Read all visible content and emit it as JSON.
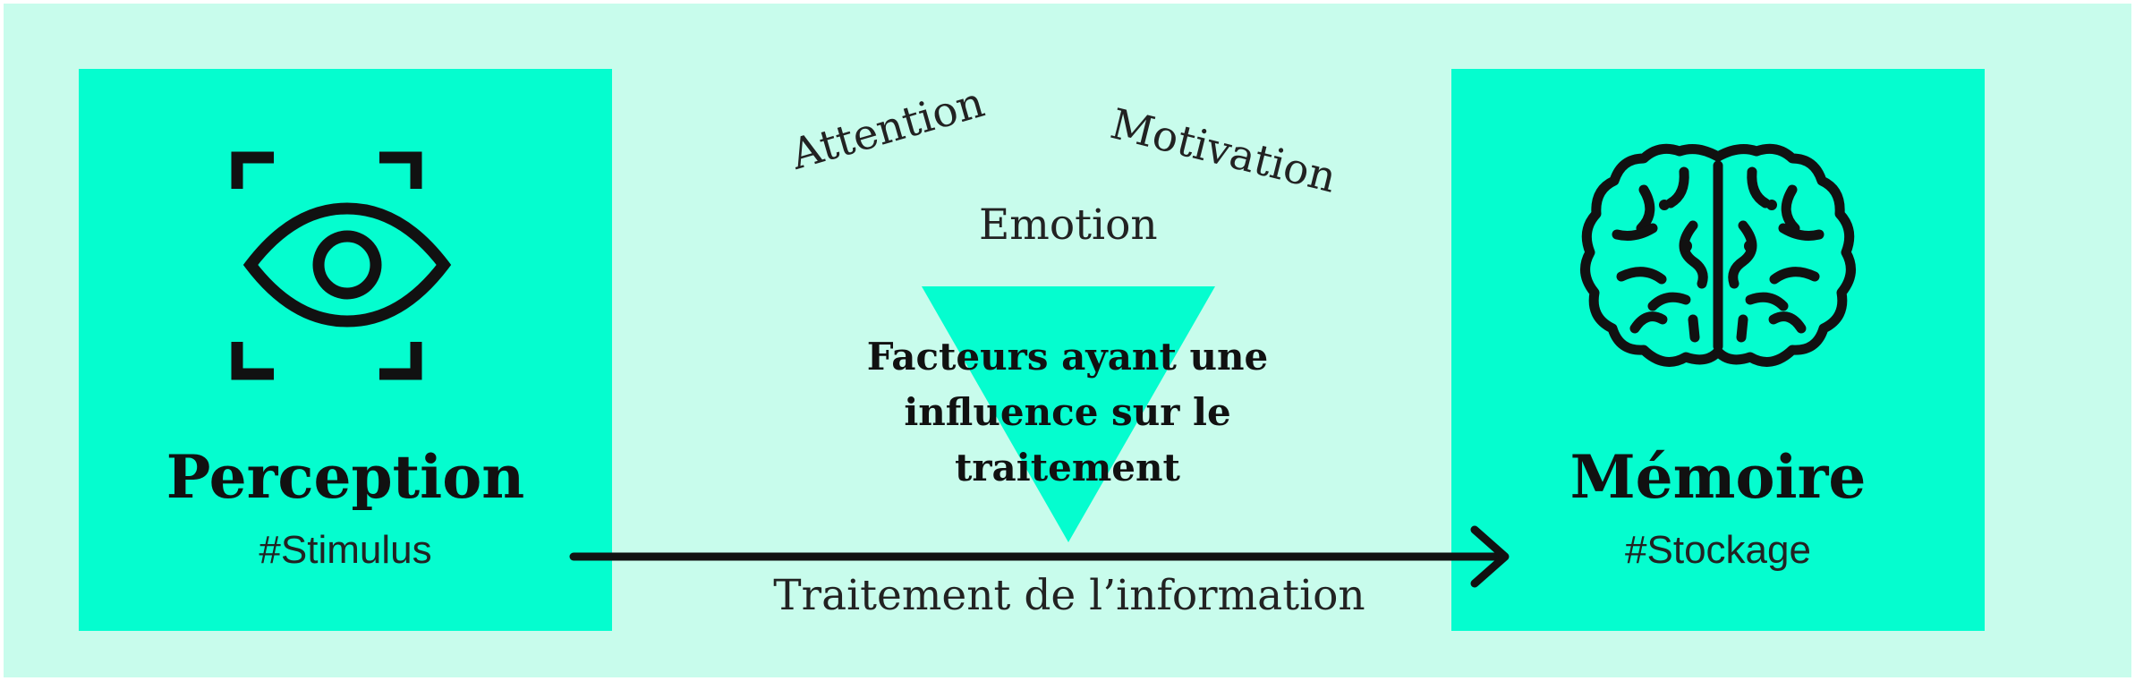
{
  "colors": {
    "background": "#c8fcec",
    "panel": "#05fdcf",
    "triangle": "#05fdcf",
    "ink": "#111111"
  },
  "perception": {
    "title": "Perception",
    "subtitle": "#Stimulus",
    "icon": "eye-focus-icon"
  },
  "memoire": {
    "title": "Mémoire",
    "subtitle": "#Stockage",
    "icon": "brain-icon"
  },
  "factors": {
    "attention": "Attention",
    "motivation": "Motivation",
    "emotion": "Emotion"
  },
  "center": {
    "label": "Facteurs ayant une influence sur le traitement"
  },
  "process": {
    "label": "Traitement de l’information",
    "arrow_icon": "arrow-right-icon"
  }
}
